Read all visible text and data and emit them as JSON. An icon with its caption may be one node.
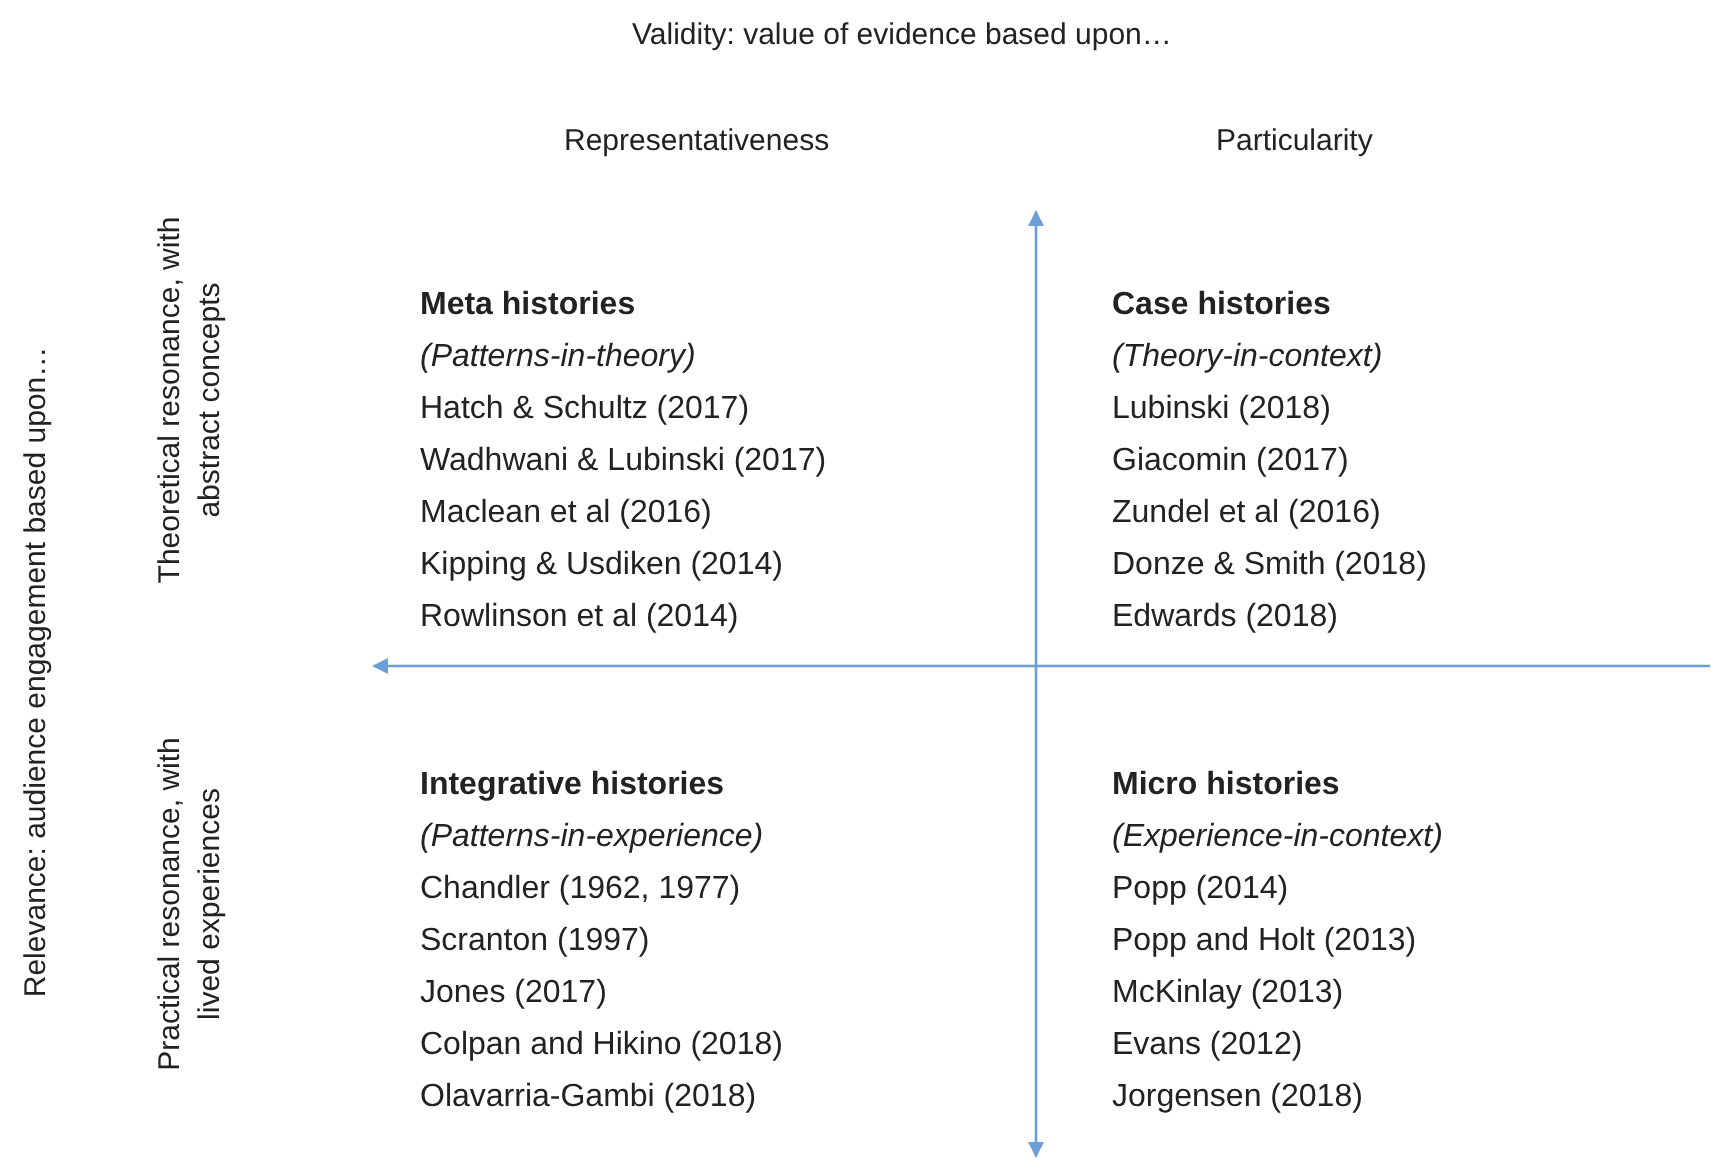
{
  "diagram": {
    "labels": [
      "Validity: value of evidence based upon…",
      "Representativeness",
      "Particularity",
      "Relevance: audience engagement based upon…",
      "Theoretical resonance, with abstract concepts",
      "Practical resonance, with lived experiences",
      "Meta histories",
      "(Patterns-in-theory)",
      "Hatch & Schultz (2017)",
      "Wadhwani & Lubinski (2017)",
      "Maclean et al (2016)",
      "Kipping & Usdiken (2014)",
      "Rowlinson et al (2014)",
      "Case histories",
      "(Theory-in-context)",
      "Lubinski (2018)",
      "Giacomin (2017)",
      "Zundel et al (2016)",
      "Donze & Smith (2018)",
      "Edwards (2018)",
      "Integrative histories",
      "(Patterns-in-experience)",
      "Chandler (1962, 1977)",
      "Scranton (1997)",
      "Jones (2017)",
      "Colpan and Hikino (2018)",
      "Olavarria-Gambi (2018)",
      "Micro histories",
      "(Experience-in-context)",
      "Popp (2014)",
      "Popp and Holt (2013)",
      "McKinlay (2013)",
      "Evans (2012)",
      "Jorgensen (2018)"
    ]
  }
}
